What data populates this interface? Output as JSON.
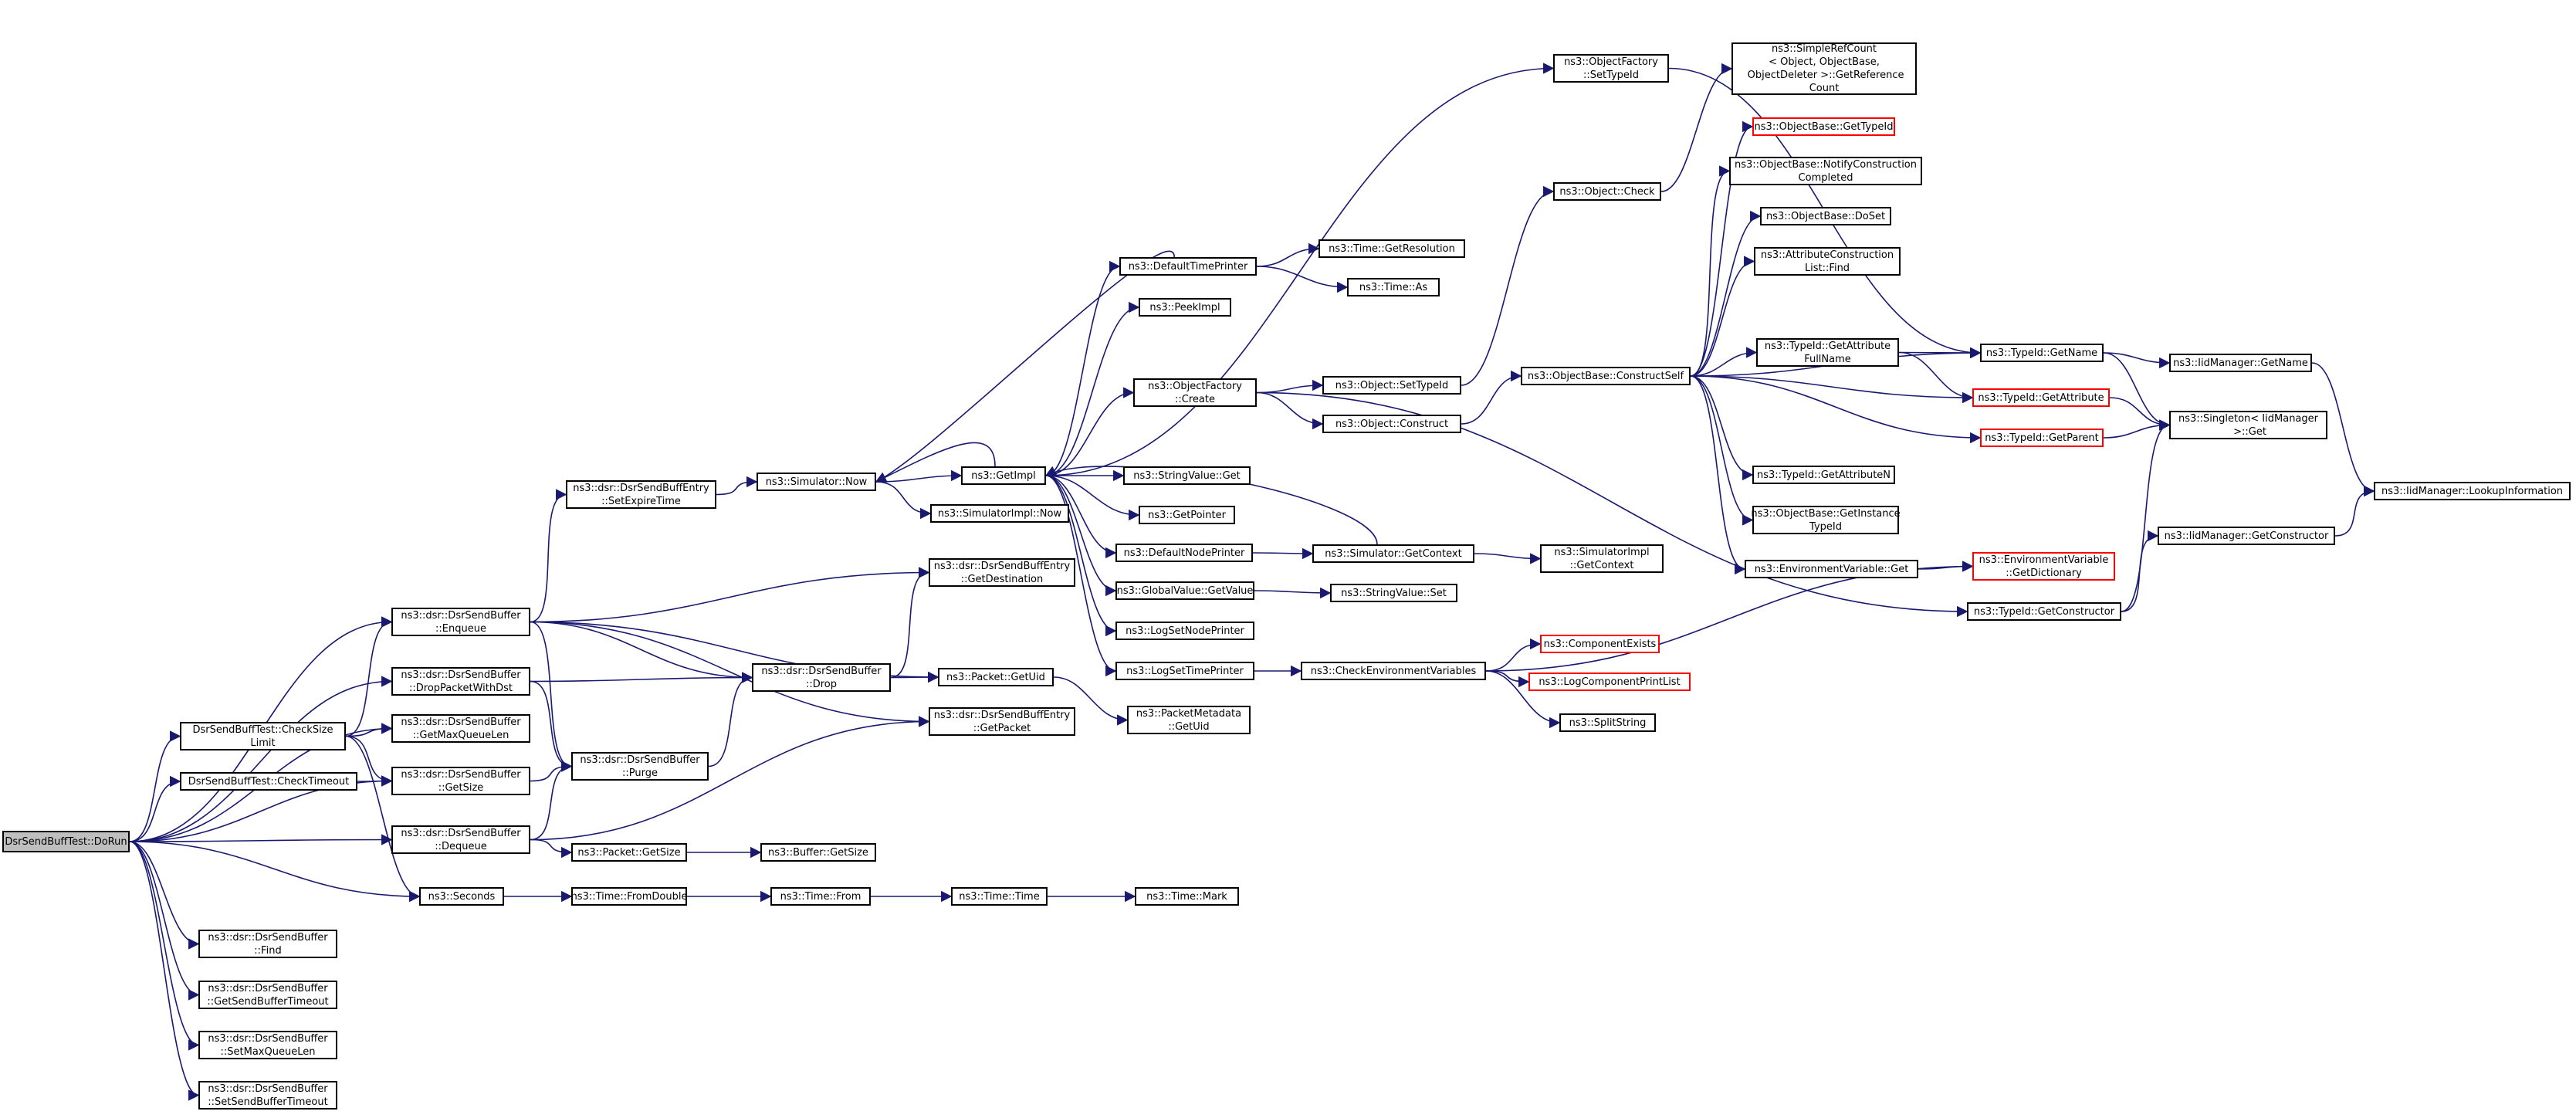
{
  "diagram": {
    "type": "call-graph",
    "edge_color": "#191970",
    "root_fill": "#bfbfbf",
    "truncated_border": "#ff0000",
    "nodes": [
      {
        "id": "doRun",
        "label": "DsrSendBuffTest::DoRun",
        "style": "root"
      },
      {
        "id": "enqueue",
        "label": "ns3::dsr::DsrSendBuffer\n::Enqueue"
      },
      {
        "id": "dropDst",
        "label": "ns3::dsr::DsrSendBuffer\n::DropPacketWithDst"
      },
      {
        "id": "maxQLen",
        "label": "ns3::dsr::DsrSendBuffer\n::GetMaxQueueLen"
      },
      {
        "id": "checkSize",
        "label": "DsrSendBuffTest::CheckSize\nLimit"
      },
      {
        "id": "getSizeBuf",
        "label": "ns3::dsr::DsrSendBuffer\n::GetSize"
      },
      {
        "id": "checkTimeout",
        "label": "DsrSendBuffTest::CheckTimeout"
      },
      {
        "id": "dequeue",
        "label": "ns3::dsr::DsrSendBuffer\n::Dequeue"
      },
      {
        "id": "seconds",
        "label": "ns3::Seconds"
      },
      {
        "id": "find",
        "label": "ns3::dsr::DsrSendBuffer\n::Find"
      },
      {
        "id": "getTimeout",
        "label": "ns3::dsr::DsrSendBuffer\n::GetSendBufferTimeout"
      },
      {
        "id": "setMaxQ",
        "label": "ns3::dsr::DsrSendBuffer\n::SetMaxQueueLen"
      },
      {
        "id": "setTimeout",
        "label": "ns3::dsr::DsrSendBuffer\n::SetSendBufferTimeout"
      },
      {
        "id": "setExpire",
        "label": "ns3::dsr::DsrSendBuffEntry\n::SetExpireTime"
      },
      {
        "id": "purge",
        "label": "ns3::dsr::DsrSendBuffer\n::Purge"
      },
      {
        "id": "drop",
        "label": "ns3::dsr::DsrSendBuffer\n::Drop"
      },
      {
        "id": "pktSize",
        "label": "ns3::Packet::GetSize"
      },
      {
        "id": "fromDouble",
        "label": "ns3::Time::FromDouble"
      },
      {
        "id": "simNow",
        "label": "ns3::Simulator::Now"
      },
      {
        "id": "getDest",
        "label": "ns3::dsr::DsrSendBuffEntry\n::GetDestination"
      },
      {
        "id": "getUid",
        "label": "ns3::Packet::GetUid"
      },
      {
        "id": "getPacket",
        "label": "ns3::dsr::DsrSendBuffEntry\n::GetPacket"
      },
      {
        "id": "bufGetSize",
        "label": "ns3::Buffer::GetSize"
      },
      {
        "id": "timeFrom",
        "label": "ns3::Time::From"
      },
      {
        "id": "getImpl",
        "label": "ns3::GetImpl"
      },
      {
        "id": "simImplNow",
        "label": "ns3::SimulatorImpl::Now"
      },
      {
        "id": "timeTime",
        "label": "ns3::Time::Time"
      },
      {
        "id": "timeMark",
        "label": "ns3::Time::Mark"
      },
      {
        "id": "defTimePrinter",
        "label": "ns3::DefaultTimePrinter"
      },
      {
        "id": "peekImpl",
        "label": "ns3::PeekImpl"
      },
      {
        "id": "objFactCreate",
        "label": "ns3::ObjectFactory\n::Create"
      },
      {
        "id": "strValGet",
        "label": "ns3::StringValue::Get"
      },
      {
        "id": "getPointer",
        "label": "ns3::GetPointer"
      },
      {
        "id": "defNodePrinter",
        "label": "ns3::DefaultNodePrinter"
      },
      {
        "id": "globalValGet",
        "label": "ns3::GlobalValue::GetValue"
      },
      {
        "id": "logSetNode",
        "label": "ns3::LogSetNodePrinter"
      },
      {
        "id": "logSetTime",
        "label": "ns3::LogSetTimePrinter"
      },
      {
        "id": "pktMetaUid",
        "label": "ns3::PacketMetadata\n::GetUid"
      },
      {
        "id": "timeRes",
        "label": "ns3::Time::GetResolution"
      },
      {
        "id": "timeAs",
        "label": "ns3::Time::As"
      },
      {
        "id": "objSetTypeId",
        "label": "ns3::Object::SetTypeId"
      },
      {
        "id": "objConstruct",
        "label": "ns3::Object::Construct"
      },
      {
        "id": "simGetContext",
        "label": "ns3::Simulator::GetContext"
      },
      {
        "id": "strValSet",
        "label": "ns3::StringValue::Set"
      },
      {
        "id": "checkEnvVars",
        "label": "ns3::CheckEnvironmentVariables"
      },
      {
        "id": "objFactSetTypeId",
        "label": "ns3::ObjectFactory\n::SetTypeId"
      },
      {
        "id": "objCheck",
        "label": "ns3::Object::Check"
      },
      {
        "id": "constructSelf",
        "label": "ns3::ObjectBase::ConstructSelf"
      },
      {
        "id": "simImplGetContext",
        "label": "ns3::SimulatorImpl\n::GetContext"
      },
      {
        "id": "compExists",
        "label": "ns3::ComponentExists",
        "style": "truncated"
      },
      {
        "id": "logCompPrint",
        "label": "ns3::LogComponentPrintList",
        "style": "truncated"
      },
      {
        "id": "splitString",
        "label": "ns3::SplitString"
      },
      {
        "id": "simpleRefCount",
        "label": "ns3::SimpleRefCount\n< Object, ObjectBase,\n ObjectDeleter >::GetReference\nCount"
      },
      {
        "id": "obGetTypeId",
        "label": "ns3::ObjectBase::GetTypeId",
        "style": "truncated"
      },
      {
        "id": "obNotify",
        "label": "ns3::ObjectBase::NotifyConstruction\nCompleted"
      },
      {
        "id": "obDoSet",
        "label": "ns3::ObjectBase::DoSet"
      },
      {
        "id": "attrConstrFind",
        "label": "ns3::AttributeConstruction\nList::Find"
      },
      {
        "id": "tidGetAttrFull",
        "label": "ns3::TypeId::GetAttribute\nFullName"
      },
      {
        "id": "tidGetAttrN",
        "label": "ns3::TypeId::GetAttributeN"
      },
      {
        "id": "obGetInstTid",
        "label": "ns3::ObjectBase::GetInstance\nTypeId"
      },
      {
        "id": "envVarGet",
        "label": "ns3::EnvironmentVariable::Get"
      },
      {
        "id": "tidGetName",
        "label": "ns3::TypeId::GetName"
      },
      {
        "id": "tidGetAttr",
        "label": "ns3::TypeId::GetAttribute",
        "style": "truncated"
      },
      {
        "id": "tidGetParent",
        "label": "ns3::TypeId::GetParent",
        "style": "truncated"
      },
      {
        "id": "envVarGetDict",
        "label": "ns3::EnvironmentVariable\n::GetDictionary",
        "style": "truncated"
      },
      {
        "id": "tidGetConstructor",
        "label": "ns3::TypeId::GetConstructor"
      },
      {
        "id": "iidGetName",
        "label": "ns3::IidManager::GetName"
      },
      {
        "id": "singletonGet",
        "label": "ns3::Singleton< IidManager\n >::Get"
      },
      {
        "id": "iidGetConstructor",
        "label": "ns3::IidManager::GetConstructor"
      },
      {
        "id": "iidLookup",
        "label": "ns3::IidManager::LookupInformation"
      }
    ],
    "edges": [
      [
        "doRun",
        "enqueue"
      ],
      [
        "doRun",
        "dropDst"
      ],
      [
        "doRun",
        "maxQLen"
      ],
      [
        "doRun",
        "checkSize"
      ],
      [
        "doRun",
        "getSizeBuf"
      ],
      [
        "doRun",
        "checkTimeout"
      ],
      [
        "doRun",
        "dequeue"
      ],
      [
        "doRun",
        "seconds"
      ],
      [
        "doRun",
        "find"
      ],
      [
        "doRun",
        "getTimeout"
      ],
      [
        "doRun",
        "setMaxQ"
      ],
      [
        "doRun",
        "setTimeout"
      ],
      [
        "checkSize",
        "enqueue"
      ],
      [
        "checkSize",
        "maxQLen"
      ],
      [
        "checkSize",
        "getSizeBuf"
      ],
      [
        "checkSize",
        "seconds"
      ],
      [
        "checkTimeout",
        "getSizeBuf"
      ],
      [
        "enqueue",
        "setExpire"
      ],
      [
        "enqueue",
        "getDest"
      ],
      [
        "enqueue",
        "drop"
      ],
      [
        "enqueue",
        "getUid"
      ],
      [
        "enqueue",
        "getPacket"
      ],
      [
        "enqueue",
        "purge"
      ],
      [
        "dropDst",
        "drop"
      ],
      [
        "dropDst",
        "purge"
      ],
      [
        "getSizeBuf",
        "purge"
      ],
      [
        "dequeue",
        "purge"
      ],
      [
        "dequeue",
        "getPacket"
      ],
      [
        "dequeue",
        "pktSize"
      ],
      [
        "seconds",
        "fromDouble"
      ],
      [
        "setExpire",
        "simNow"
      ],
      [
        "purge",
        "drop"
      ],
      [
        "drop",
        "getDest"
      ],
      [
        "drop",
        "getUid"
      ],
      [
        "pktSize",
        "bufGetSize"
      ],
      [
        "fromDouble",
        "timeFrom"
      ],
      [
        "timeFrom",
        "timeTime"
      ],
      [
        "timeTime",
        "timeMark"
      ],
      [
        "getUid",
        "pktMetaUid"
      ],
      [
        "simNow",
        "getImpl"
      ],
      [
        "simNow",
        "simImplNow"
      ],
      [
        "getImpl",
        "simNow"
      ],
      [
        "getImpl",
        "defTimePrinter"
      ],
      [
        "getImpl",
        "peekImpl"
      ],
      [
        "getImpl",
        "objFactSetTypeId"
      ],
      [
        "getImpl",
        "objFactCreate"
      ],
      [
        "getImpl",
        "strValGet"
      ],
      [
        "getImpl",
        "getPointer"
      ],
      [
        "getImpl",
        "defNodePrinter"
      ],
      [
        "getImpl",
        "globalValGet"
      ],
      [
        "getImpl",
        "logSetNode"
      ],
      [
        "getImpl",
        "logSetTime"
      ],
      [
        "defTimePrinter",
        "simNow"
      ],
      [
        "defTimePrinter",
        "timeRes"
      ],
      [
        "defTimePrinter",
        "timeAs"
      ],
      [
        "objFactCreate",
        "objSetTypeId"
      ],
      [
        "objFactCreate",
        "objConstruct"
      ],
      [
        "objFactCreate",
        "tidGetConstructor"
      ],
      [
        "defNodePrinter",
        "simGetContext"
      ],
      [
        "globalValGet",
        "strValSet"
      ],
      [
        "logSetTime",
        "checkEnvVars"
      ],
      [
        "simGetContext",
        "getImpl"
      ],
      [
        "simGetContext",
        "simImplGetContext"
      ],
      [
        "objSetTypeId",
        "objCheck"
      ],
      [
        "objConstruct",
        "constructSelf"
      ],
      [
        "objCheck",
        "simpleRefCount"
      ],
      [
        "checkEnvVars",
        "envVarGetDict"
      ],
      [
        "checkEnvVars",
        "compExists"
      ],
      [
        "checkEnvVars",
        "logCompPrint"
      ],
      [
        "checkEnvVars",
        "splitString"
      ],
      [
        "objFactSetTypeId",
        "tidGetName"
      ],
      [
        "constructSelf",
        "obGetTypeId"
      ],
      [
        "constructSelf",
        "obNotify"
      ],
      [
        "constructSelf",
        "obDoSet"
      ],
      [
        "constructSelf",
        "attrConstrFind"
      ],
      [
        "constructSelf",
        "tidGetAttrFull"
      ],
      [
        "constructSelf",
        "tidGetName"
      ],
      [
        "constructSelf",
        "tidGetAttr"
      ],
      [
        "constructSelf",
        "tidGetParent"
      ],
      [
        "constructSelf",
        "tidGetAttrN"
      ],
      [
        "constructSelf",
        "obGetInstTid"
      ],
      [
        "constructSelf",
        "envVarGet"
      ],
      [
        "tidGetAttrFull",
        "tidGetName"
      ],
      [
        "tidGetAttrFull",
        "tidGetAttr"
      ],
      [
        "envVarGet",
        "envVarGetDict"
      ],
      [
        "tidGetName",
        "iidGetName"
      ],
      [
        "tidGetName",
        "singletonGet"
      ],
      [
        "tidGetAttr",
        "singletonGet"
      ],
      [
        "tidGetParent",
        "singletonGet"
      ],
      [
        "tidGetConstructor",
        "iidGetConstructor"
      ],
      [
        "tidGetConstructor",
        "singletonGet"
      ],
      [
        "iidGetName",
        "iidLookup"
      ],
      [
        "iidGetConstructor",
        "iidLookup"
      ]
    ]
  }
}
